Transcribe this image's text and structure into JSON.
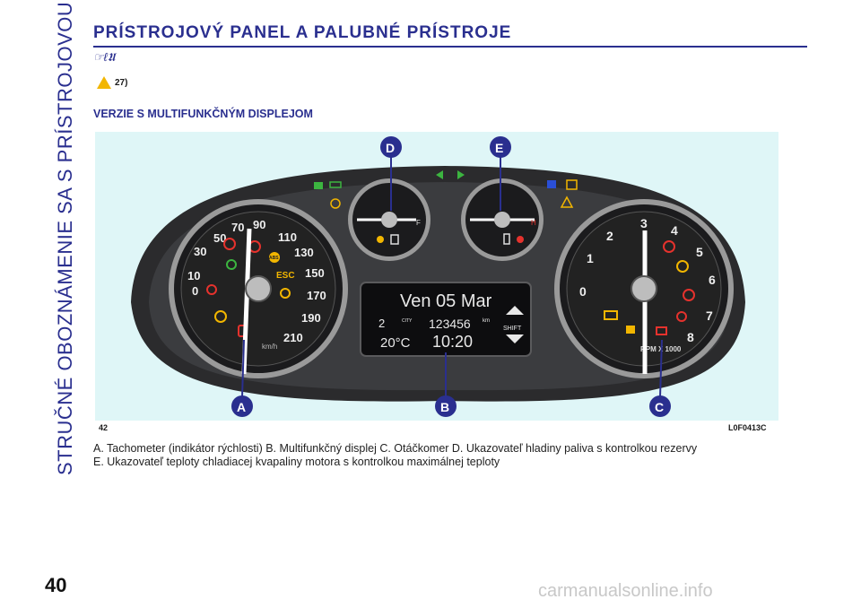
{
  "sidebar": {
    "label": "STRUČNÉ OBOZNÁMENIE SA S PRÍSTROJOVOU"
  },
  "header": {
    "title": "PRÍSTROJOVÝ PANEL A PALUBNÉ PRÍSTROJE",
    "icon_text": "☞ℓ𝖀"
  },
  "warning": {
    "ref": "27)"
  },
  "section": {
    "subtitle": "VERZIE S MULTIFUNKČNÝM DISPLEJOM"
  },
  "figure": {
    "number": "42",
    "code": "L0F0413C",
    "callouts": [
      "A",
      "B",
      "C",
      "D",
      "E"
    ],
    "speedo": {
      "labels": [
        "0",
        "10",
        "30",
        "50",
        "70",
        "90",
        "110",
        "130",
        "150",
        "170",
        "190",
        "210"
      ],
      "unit": "km/h"
    },
    "tacho": {
      "labels": [
        "0",
        "1",
        "2",
        "3",
        "4",
        "5",
        "6",
        "7",
        "8"
      ],
      "unit": "RPM X 1000"
    },
    "display": {
      "date_line": "Ven 05 Mar",
      "trip_label": "CITY",
      "odometer": "123456",
      "odo_unit": "km",
      "temp": "20°C",
      "time": "10:20",
      "shift_label": "SHIFT",
      "gear": "2"
    },
    "badges": {
      "esc": "ESC",
      "abs": "ABS"
    },
    "gauge_marks": {
      "fuel_full": "F",
      "temp_hot": "H"
    }
  },
  "caption": {
    "line1": "A. Tachometer (indikátor rýchlosti) B. Multifunkčný displej C. Otáčkomer D. Ukazovateľ hladiny paliva s kontrolkou rezervy",
    "line2": "E. Ukazovateľ teploty chladiacej kvapaliny motora s kontrolkou maximálnej teploty"
  },
  "page": {
    "number": "40"
  },
  "footer": {
    "watermark": "carmanualsonline.info"
  },
  "colors": {
    "brand_blue": "#2a2f8f",
    "figure_bg": "#dff6f7",
    "warning_yellow": "#f2b600",
    "indicator_red": "#e5322d",
    "indicator_green": "#3cb540"
  }
}
